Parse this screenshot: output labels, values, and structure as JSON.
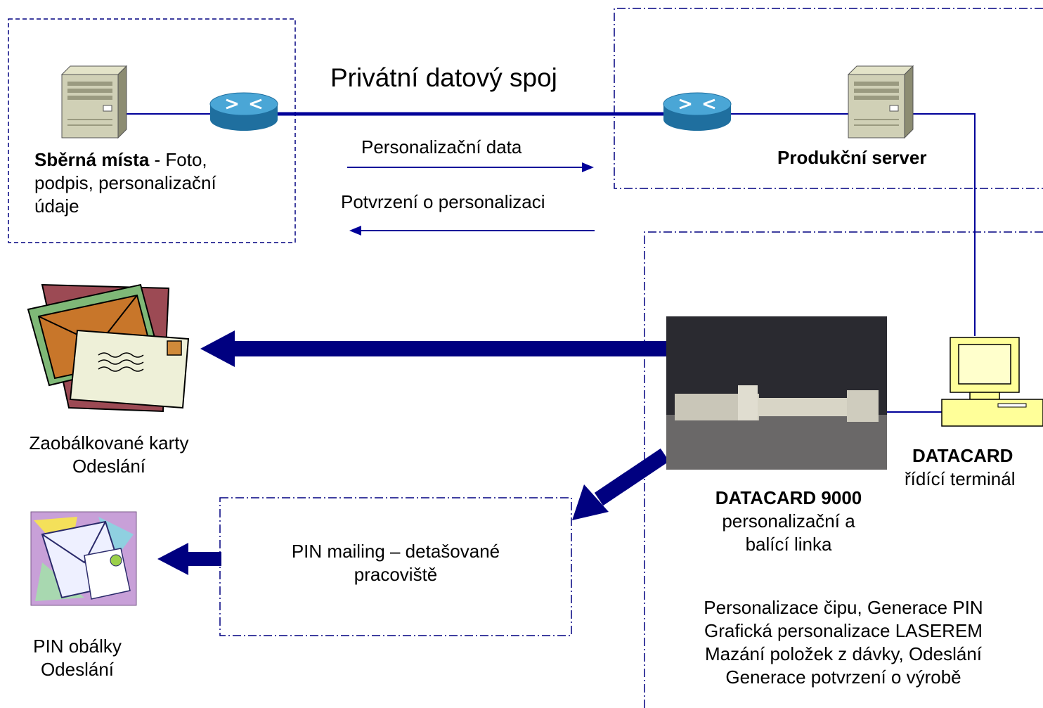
{
  "link_title": "Privátní datový spoj",
  "collection": {
    "name": "Sběrná místa",
    "desc_line1": " - Foto,",
    "desc_line2": "podpis, personalizační",
    "desc_line3": "údaje"
  },
  "production_server": "Produkční server",
  "flow_personal_data": "Personalizační data",
  "flow_confirmation": "Potvrzení o personalizaci",
  "envelopes": {
    "line1": "Zaobálkované karty",
    "line2": "Odeslání"
  },
  "pin_mailing": {
    "line1": "PIN mailing – detašované",
    "line2": "pracoviště"
  },
  "pin_envelopes": {
    "line1": "PIN obálky",
    "line2": "Odeslání"
  },
  "dc9000": {
    "name": "DATACARD 9000",
    "line2": "personalizační a",
    "line3": "balící linka"
  },
  "terminal": {
    "name": "DATACARD",
    "line2": "řídící terminál"
  },
  "tasks": [
    "Personalizace čipu, Generace PIN",
    "Grafická personalizace LASEREM",
    "Mazání položek z dávky, Odeslání",
    "Generace potvrzení o výrobě"
  ],
  "colors": {
    "line": "#000099",
    "arrow": "#000080",
    "box_border": "#000080",
    "router": "#2f90c0"
  }
}
